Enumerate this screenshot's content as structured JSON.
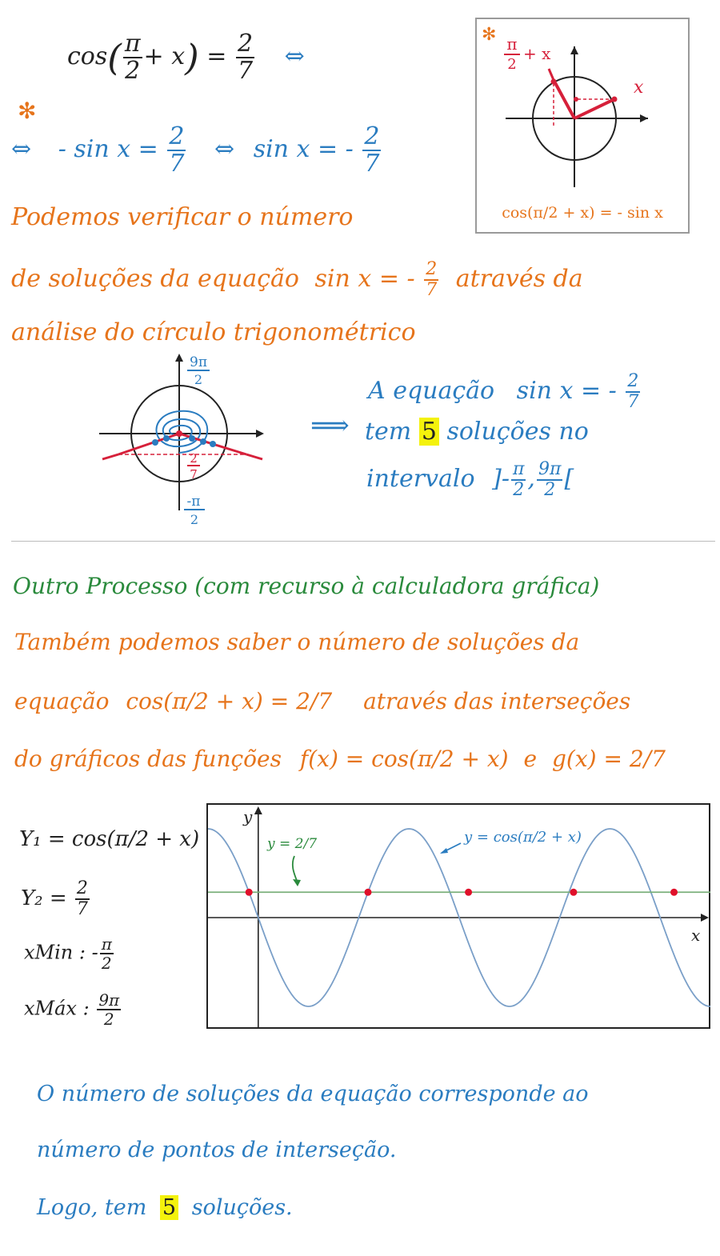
{
  "section1": {
    "eq1": {
      "lhs_fn": "cos",
      "pi": "π",
      "two": "2",
      "plus_x": "+ x",
      "equals": "=",
      "num": "2",
      "den": "7",
      "arrow": "⇔"
    },
    "star": "✻",
    "eq2": {
      "arrow1": "⇔",
      "lhs": "- sin x =",
      "num": "2",
      "den": "7",
      "arrow2": "⇔",
      "rhs": "sin x = -",
      "num2": "2",
      "den2": "7"
    },
    "para_line1": "Podemos verificar o número",
    "para_line2_pre": "de soluções da equação",
    "para_line2_eq": "sin x = -",
    "para_line2_num": "2",
    "para_line2_den": "7",
    "para_line2_post": "através da",
    "para_line3": "análise do círculo trigonométrico"
  },
  "inset": {
    "star": "✻",
    "angle_label_pi": "π",
    "angle_label_two": "2",
    "angle_label_plus": "+ x",
    "x_label": "x",
    "identity": "cos(π/2 + x) = - sin x"
  },
  "circle_diagram": {
    "top_label_num": "9π",
    "top_label_den": "2",
    "mid_label_num": "2",
    "mid_label_den": "7",
    "bottom_label_num": "-π",
    "bottom_label_den": "2"
  },
  "conclusion1": {
    "arrow": "⟹",
    "line1_pre": "A equação",
    "line1_eq": "sin x = -",
    "line1_num": "2",
    "line1_den": "7",
    "line2_pre": "tem",
    "count": "5",
    "line2_post": "soluções no",
    "line3_pre": "intervalo",
    "bracket_open": "]-",
    "lo_num": "π",
    "lo_den": "2",
    "comma": ",",
    "hi_num": "9π",
    "hi_den": "2",
    "bracket_close": "["
  },
  "section2": {
    "title": "Outro Processo (com recurso à calculadora gráfica)",
    "line1": "Também podemos saber o número de soluções da",
    "line2_pre": "equação",
    "line2_eq": "cos(π/2 + x) = 2/7",
    "line2_post": "através das interseções",
    "line3_pre": "do gráficos das funções",
    "line3_f": "f(x) = cos(π/2 + x)",
    "line3_and": "e",
    "line3_g": "g(x) = 2/7"
  },
  "calc_settings": {
    "y1": "Y₁ = cos(π/2 + x)",
    "y2_pre": "Y₂ =",
    "y2_num": "2",
    "y2_den": "7",
    "xmin_pre": "xMin : -",
    "xmin_num": "π",
    "xmin_den": "2",
    "xmax_pre": "xMáx :",
    "xmax_num": "9π",
    "xmax_den": "2"
  },
  "chart_data": {
    "type": "line",
    "x_label": "x",
    "y_label": "y",
    "xlim": [
      -1.5708,
      14.1372
    ],
    "ylim": [
      -1.0,
      1.0
    ],
    "series": [
      {
        "name": "y = cos(π/2 + x)",
        "function": "cos(pi/2 + x)",
        "color": "#7a9fc8"
      },
      {
        "name": "y = 2/7",
        "function": "2/7",
        "color": "#7ab07a"
      }
    ],
    "intersections_x": [
      -0.2898,
      3.4314,
      6.573,
      9.8582,
      12.9998
    ],
    "intersection_y": 0.2857,
    "point_color": "#e0102a",
    "annotation_cos": "y = cos(π/2 + x)",
    "annotation_const": "y = 2/7"
  },
  "final": {
    "line1": "O número de soluções da equação corresponde ao",
    "line2": "número de pontos de interseção.",
    "line3_pre": "Logo, tem",
    "count": "5",
    "line3_post": "soluções."
  }
}
